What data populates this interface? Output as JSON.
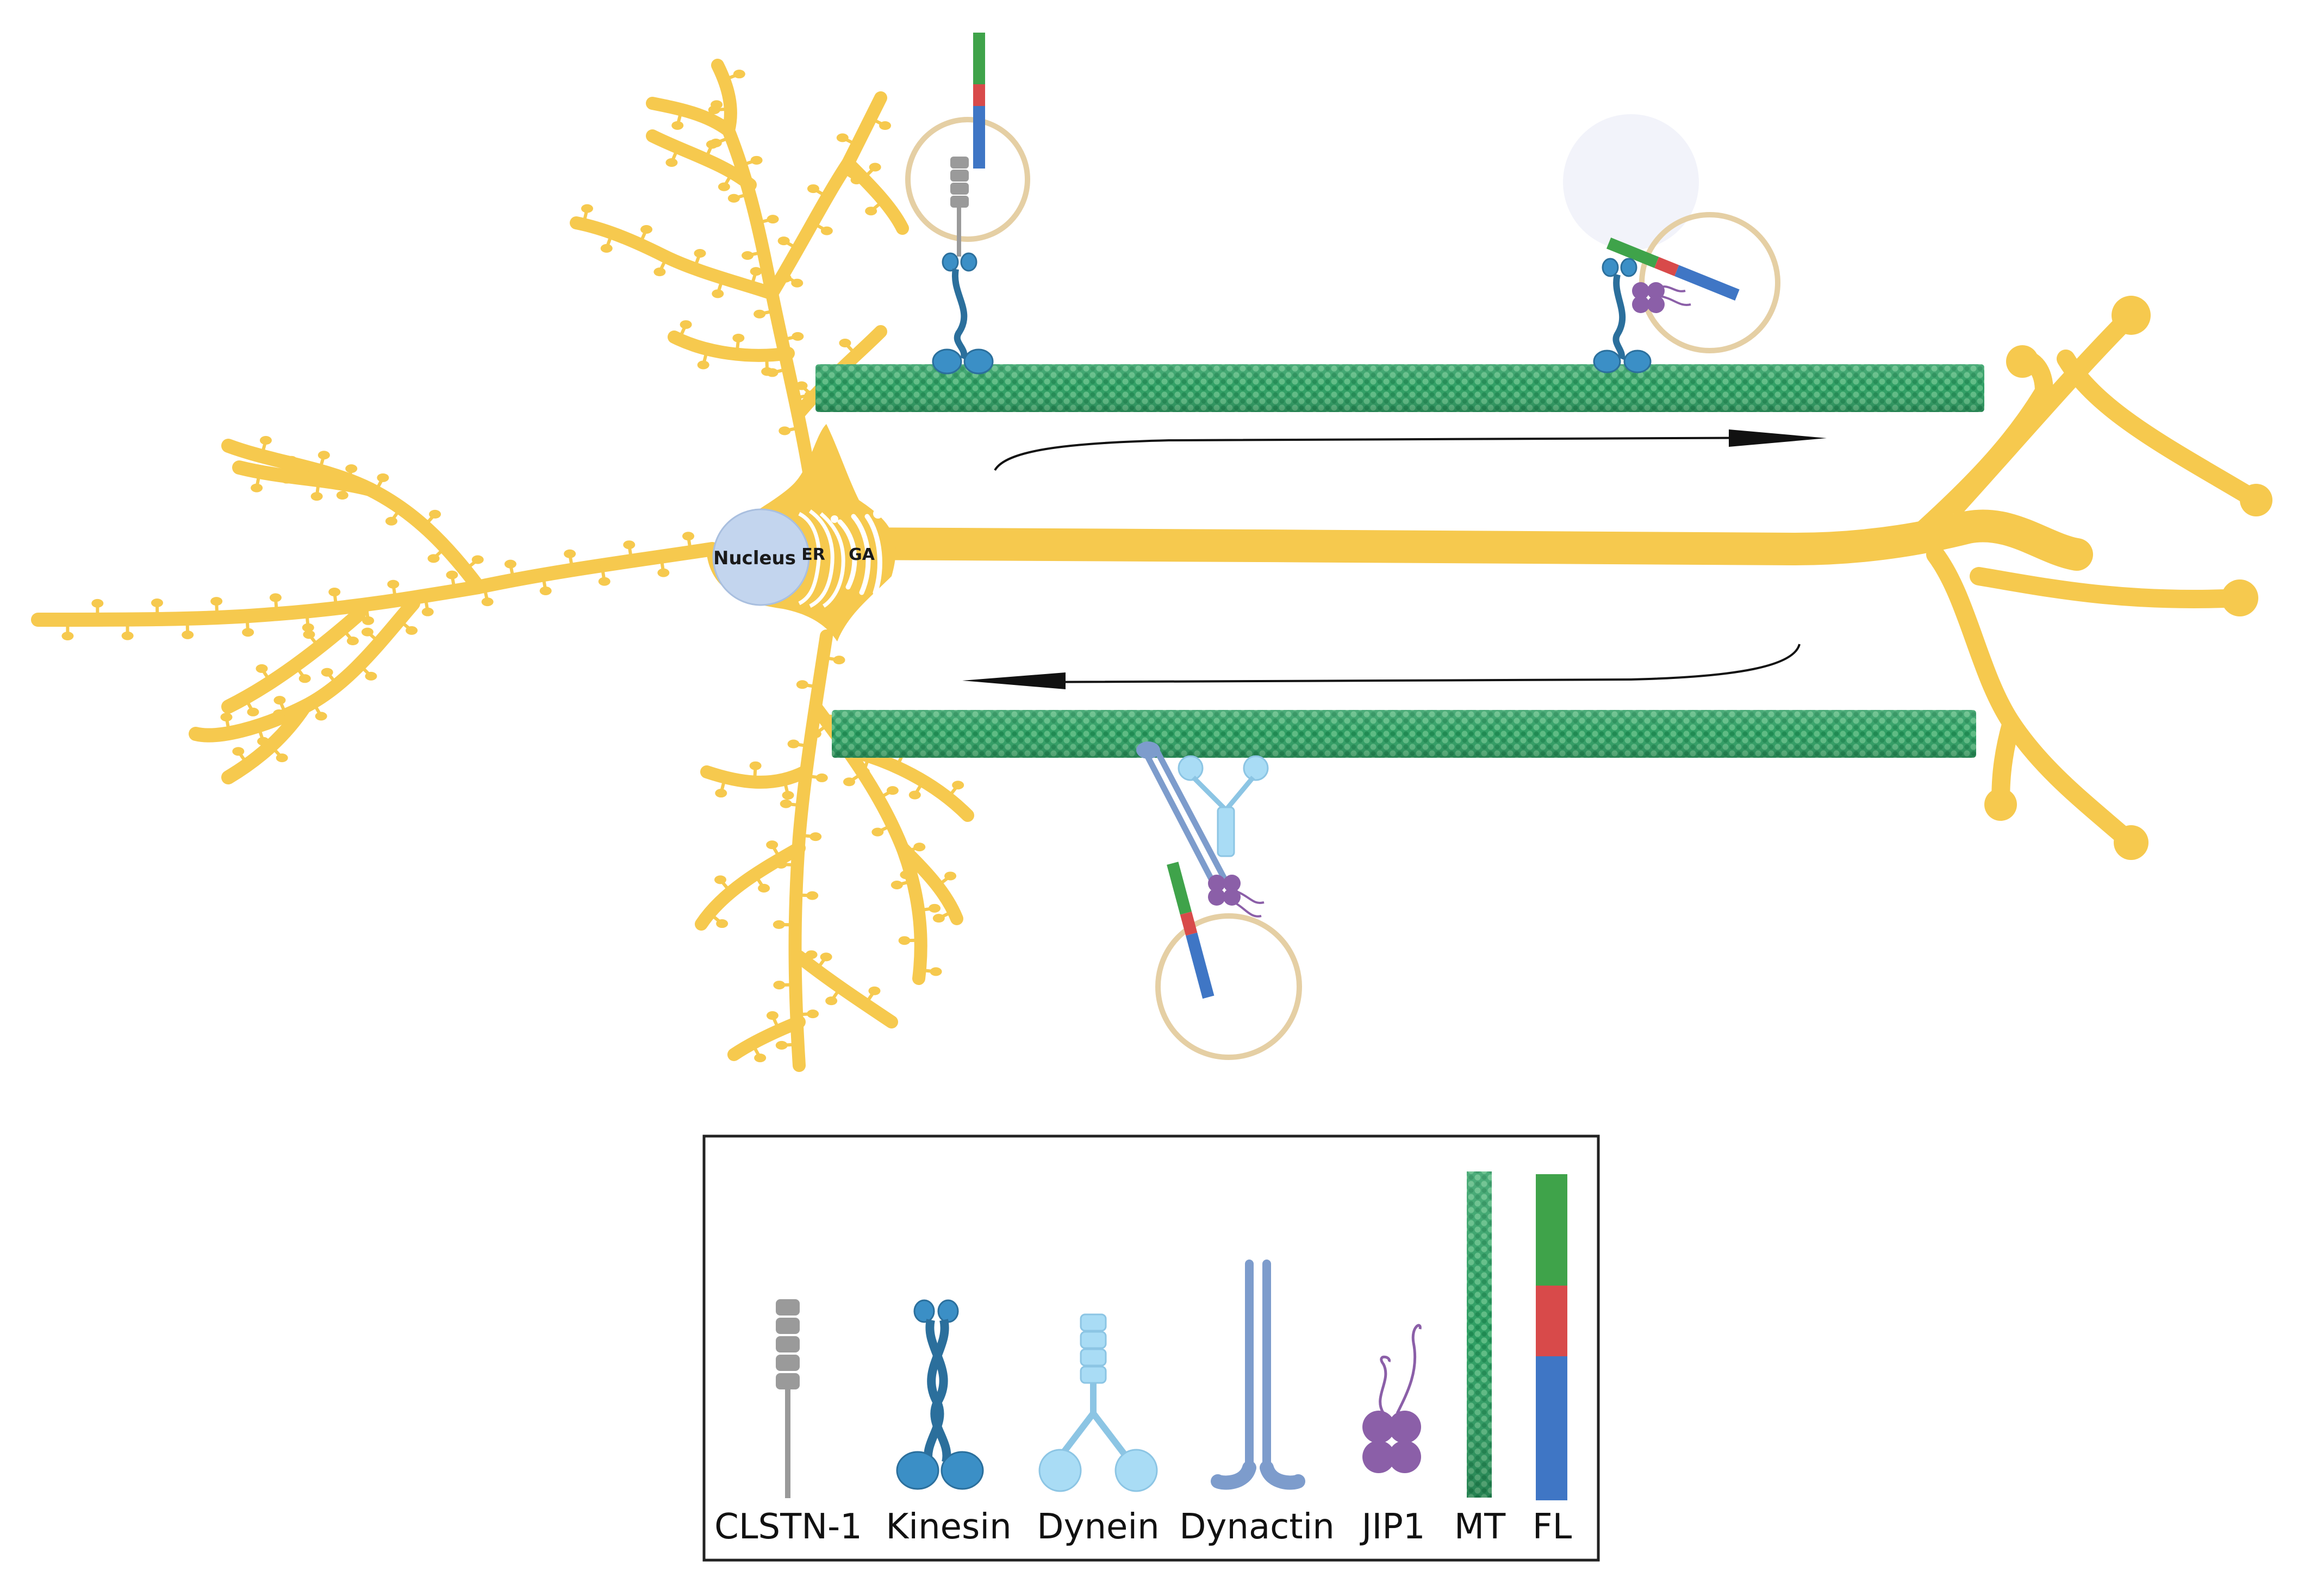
{
  "cell": {
    "nucleus_label": "Nucleus",
    "er_label": "ER",
    "ga_label": "GA"
  },
  "legend": {
    "items": [
      {
        "label": "CLSTN-1",
        "icon": "clstn1-icon"
      },
      {
        "label": "Kinesin",
        "icon": "kinesin-icon"
      },
      {
        "label": "Dynein",
        "icon": "dynein-icon"
      },
      {
        "label": "Dynactin",
        "icon": "dynactin-icon"
      },
      {
        "label": "JIP1",
        "icon": "jip1-icon"
      },
      {
        "label": "MT",
        "icon": "microtubule-icon"
      },
      {
        "label": "FL",
        "icon": "fl-bar-icon"
      }
    ]
  },
  "colors": {
    "neuron": "#f6c94e",
    "neuron_dark": "#e8b52f",
    "microtubule": "#2e9e63",
    "microtubule_light": "#6cc48e",
    "kinesin": "#3b8fc6",
    "dynein": "#a9dcf5",
    "dynactin": "#7d9ccc",
    "jip1": "#8b5fa8",
    "clstn1": "#9a9a9a",
    "fl_green": "#3fa34a",
    "fl_red": "#d84a4a",
    "fl_blue": "#3f76c5",
    "vesicle": "#e5cfa4",
    "nucleus": "#c3d5ee"
  }
}
